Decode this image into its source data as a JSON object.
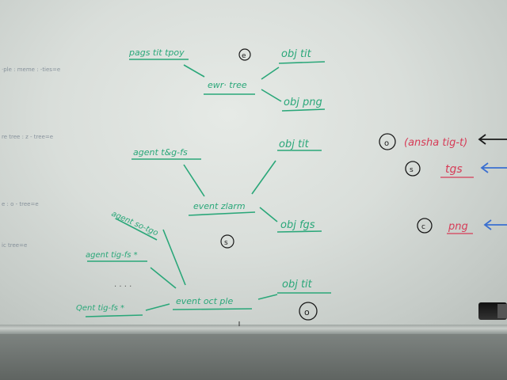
{
  "board": {
    "left_notes": [
      {
        "text": "·ple : meme  : -ties=e"
      },
      {
        "text": "re tree  : z - tree=e"
      },
      {
        "text": "e          : o - tree=e"
      },
      {
        "text": "ic  tree=e"
      }
    ],
    "diagram_a": {
      "root": "ewr· tree",
      "parent": "pags tit tpoy",
      "children": [
        "obj tit",
        "obj png"
      ],
      "circle_label": "e"
    },
    "diagram_b": {
      "root": "event zlarm",
      "parent": "agent t&g-fs",
      "children": [
        "obj tit",
        "obj fgs"
      ],
      "circle_label": "s"
    },
    "diagram_c": {
      "root": "event oct ple",
      "parents": [
        "agent so-tgo",
        "agent tig-fs *",
        "Qent tig-fs *"
      ],
      "dots": ". . . .",
      "child": "obj tit",
      "circle_label": "o"
    },
    "right_legend": [
      {
        "label": "(ansha tig-t)",
        "circle": "o",
        "color": "#d63c57",
        "arrow_color": "#1a1a1a"
      },
      {
        "label": "tgs",
        "circle": "s",
        "color": "#d63c57",
        "arrow_color": "#3a6fd0"
      },
      {
        "label": "png",
        "circle": "c",
        "color": "#d63c57",
        "arrow_color": "#3a6fd0"
      }
    ]
  }
}
